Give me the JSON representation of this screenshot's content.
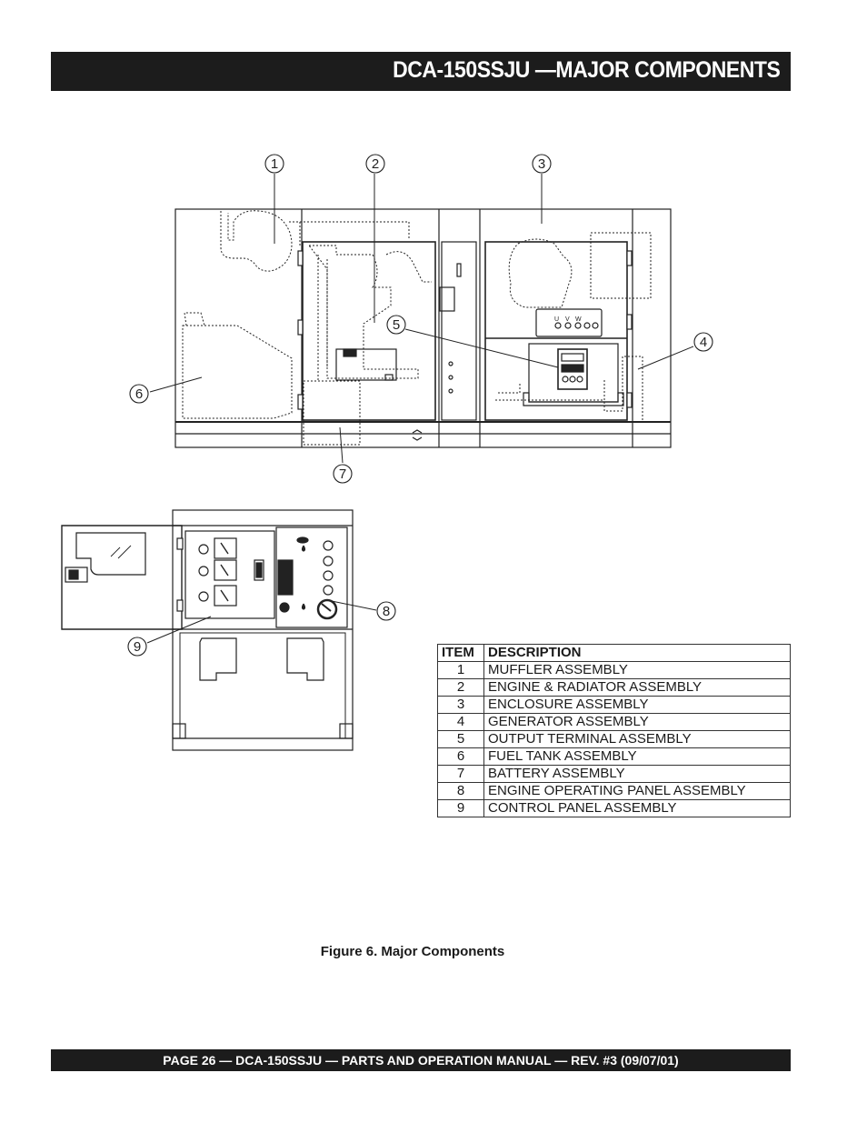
{
  "header": {
    "title": "DCA-150SSJU —MAJOR COMPONENTS"
  },
  "callouts": [
    "1",
    "2",
    "3",
    "4",
    "5",
    "6",
    "7",
    "8",
    "9"
  ],
  "engine_panel_terminal_labels": [
    "U",
    "V",
    "W"
  ],
  "table": {
    "headers": {
      "item": "ITEM",
      "description": "DESCRIPTION"
    },
    "rows": [
      {
        "item": "1",
        "description": "MUFFLER ASSEMBLY"
      },
      {
        "item": "2",
        "description": "ENGINE & RADIATOR ASSEMBLY"
      },
      {
        "item": "3",
        "description": "ENCLOSURE ASSEMBLY"
      },
      {
        "item": "4",
        "description": "GENERATOR ASSEMBLY"
      },
      {
        "item": "5",
        "description": "OUTPUT TERMINAL ASSEMBLY"
      },
      {
        "item": "6",
        "description": "FUEL TANK  ASSEMBLY"
      },
      {
        "item": "7",
        "description": "BATTERY  ASSEMBLY"
      },
      {
        "item": "8",
        "description": "ENGINE OPERATING PANEL ASSEMBLY"
      },
      {
        "item": "9",
        "description": "CONTROL PANEL ASSEMBLY"
      }
    ]
  },
  "caption": "Figure 6. Major Components",
  "footer": {
    "text": "PAGE 26 — DCA-150SSJU — PARTS AND OPERATION MANUAL — REV. #3 (09/07/01)"
  }
}
